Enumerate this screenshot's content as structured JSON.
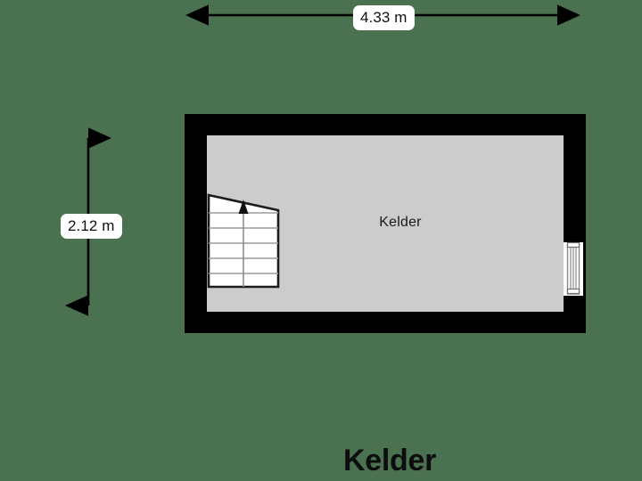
{
  "page": {
    "background_color": "#4a7150",
    "title": "Kelder"
  },
  "dimensions": {
    "horizontal": {
      "label": "4.33 m",
      "value": 4.33,
      "unit": "m",
      "orientation": "horizontal"
    },
    "vertical": {
      "label": "2.12 m",
      "value": 2.12,
      "unit": "m",
      "orientation": "vertical"
    }
  },
  "floorplan": {
    "room_label": "Kelder",
    "wall_color": "#000000",
    "floor_color": "#cccccc",
    "features": {
      "staircase": {
        "name": "staircase",
        "direction_label": "up",
        "steps": 6
      },
      "window": {
        "name": "window",
        "wall": "east"
      }
    }
  }
}
